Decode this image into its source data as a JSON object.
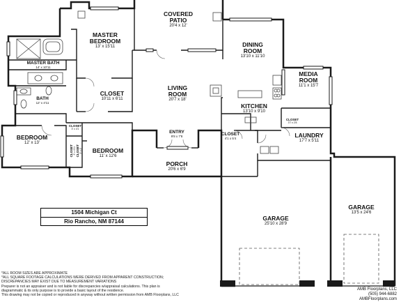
{
  "plan": {
    "rooms": [
      {
        "name": "COVERED",
        "name2": "PATIO",
        "dims": "20'4 x 12'"
      },
      {
        "name": "MASTER",
        "name2": "BEDROOM",
        "dims": "13' x 15'11"
      },
      {
        "name": "DINING",
        "name2": "ROOM",
        "dims": "13'10 x 11'10"
      },
      {
        "name": "MEDIA",
        "name2": "ROOM",
        "dims": "11'1 x 15'7"
      },
      {
        "name": "MASTER BATH",
        "dims": "14' x 10'11"
      },
      {
        "name": "CLOSET",
        "dims": "10'11 x 6'11"
      },
      {
        "name": "LIVING",
        "name2": "ROOM",
        "dims": "20'7 x 18'"
      },
      {
        "name": "KITCHEN",
        "dims": "13'10 x 9'10"
      },
      {
        "name": "BATH",
        "dims": "12' x 4'11"
      },
      {
        "name": "BEDROOM",
        "dims": "12' x 13'"
      },
      {
        "name": "BEDROOM",
        "dims": "11' x 12'6"
      },
      {
        "name": "ENTRY",
        "dims": "9'8 x 7'8"
      },
      {
        "name": "PORCH",
        "dims": "20'6 x 6'9"
      },
      {
        "name": "LAUNDRY",
        "dims": "17'7 x 5'11"
      },
      {
        "name": "GARAGE",
        "dims": "25'10 x 28'9"
      },
      {
        "name": "GARAGE",
        "dims": "13'5 x 24'6"
      }
    ],
    "closets": [
      {
        "name": "CLOSET",
        "dims": "4'1 x 5'4"
      },
      {
        "name": "CLOSET",
        "dims": "3'7 x 2'8"
      },
      {
        "name": "CLOSET",
        "dims": "3' x 4'1"
      },
      {
        "name": "CLOSET",
        "dims": "3' x 4'11"
      },
      {
        "name": "CLOSET",
        "dims": "3' x 2'"
      }
    ]
  },
  "address": {
    "line1": "1504 Michigan Ct",
    "line2": "Rio Rancho, NM 87144"
  },
  "notes": [
    "*ALL ROOM SIZES ARE APPROXIMATE",
    "*ALL SQUARE FOOTAGE CALCULATIONS WERE DERIVED FROM APPARENT CONSTRUCTION;",
    "DISCREPANCIES MAY EXIST DUE TO MEASUREMENT VARIATIONS",
    "Preparer is not an appraiser and is not liable for discrepancies w/appraisal calculations.  This plan is",
    "diagrammatic & its only purpose is to provide a basic layout of the residence.",
    "This drawing may not be copied or reproduced in anyway without written permission from AMB Floorplans, LLC"
  ],
  "credit": {
    "company": "AMB Floorplans, LLC",
    "phone": "(505) 944-6882",
    "email": "AMBFloorplans.com"
  }
}
